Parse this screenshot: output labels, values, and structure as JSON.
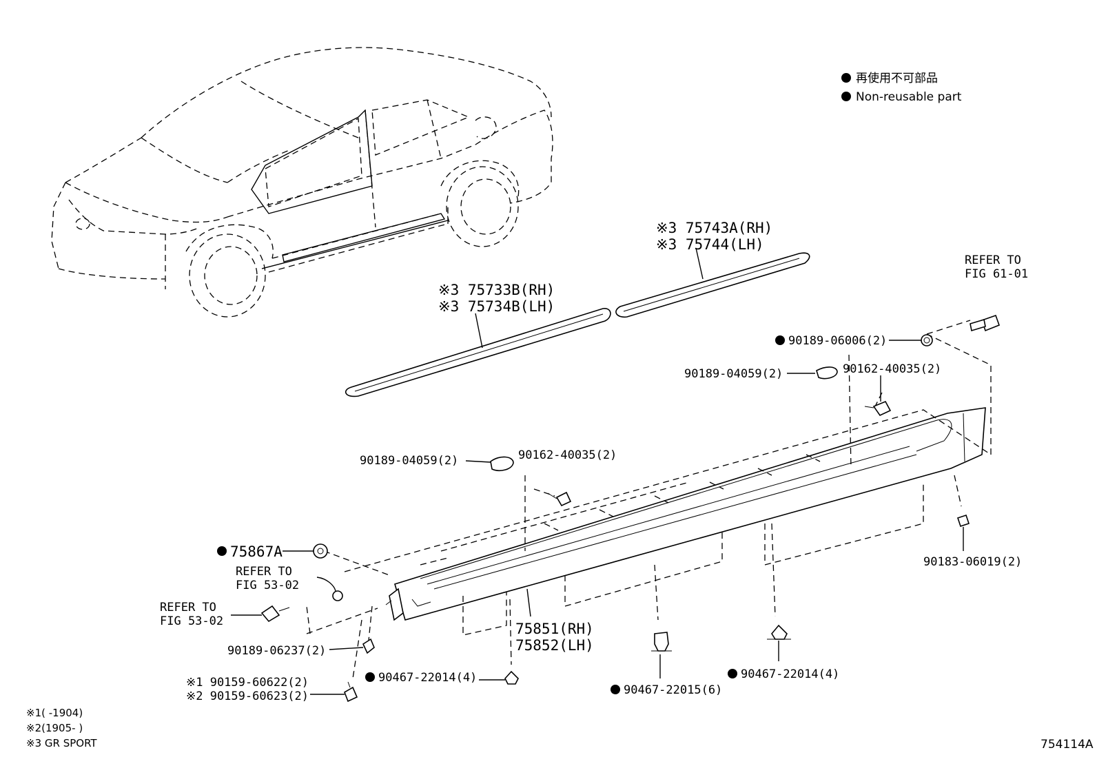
{
  "legend": {
    "line1": "再使用不可部品",
    "line2": "Non-reusable part"
  },
  "labels": {
    "p75743A": "※3 75743A(RH)",
    "p75744": "※3 75744(LH)",
    "p75733B": "※3 75733B(RH)",
    "p75734B": "※3 75734B(LH)",
    "refer_fig61_1": "REFER TO",
    "refer_fig61_2": "FIG 61-01",
    "p90189_06006": "90189-06006(2)",
    "p90189_04059_upper": "90189-04059(2)",
    "p90162_40035_upper": "90162-40035(2)",
    "p90189_04059_lower": "90189-04059(2)",
    "p90162_40035_lower": "90162-40035(2)",
    "p75867A": "75867A",
    "refer_fig53_a1": "REFER TO",
    "refer_fig53_a2": "FIG 53-02",
    "refer_fig53_b1": "REFER TO",
    "refer_fig53_b2": "FIG 53-02",
    "p90189_06237": "90189-06237(2)",
    "p90159_60622": "※1 90159-60622(2)",
    "p90159_60623": "※2 90159-60623(2)",
    "p90467_22014_left": "90467-22014(4)",
    "p75851": "75851(RH)",
    "p75852": "75852(LH)",
    "p90467_22015": "90467-22015(6)",
    "p90467_22014_right": "90467-22014(4)",
    "p90183_06019": "90183-06019(2)"
  },
  "notes": {
    "n1": "※1(     -1904)",
    "n2": "※2(1905-     )",
    "n3": "※3 GR SPORT"
  },
  "figure_code": "754114A"
}
